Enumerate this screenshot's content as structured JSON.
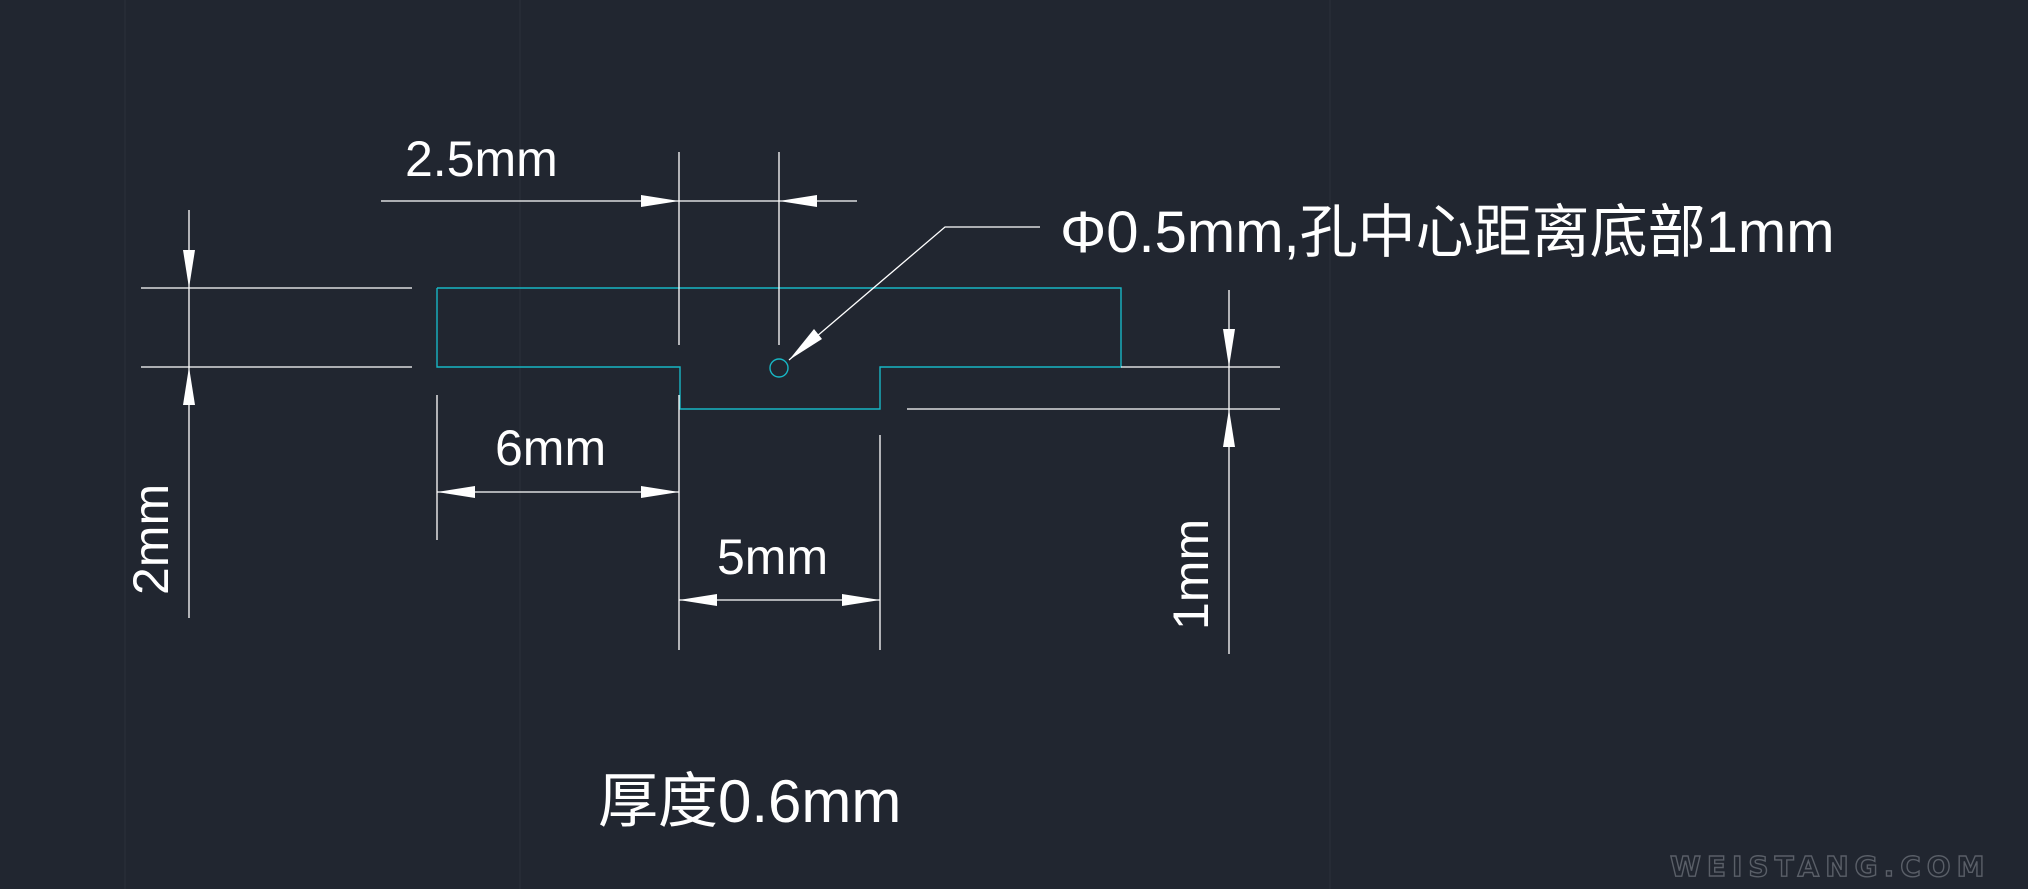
{
  "drawing": {
    "colors": {
      "background": "#212630",
      "part_outline": "#17b6c4",
      "dimension_lines": "#ffffff",
      "watermark": "#5a5f68"
    },
    "dimensions": {
      "top_offset": "2.5mm",
      "hole_note": "Φ0.5mm,孔中心距离底部1mm",
      "left_width": "6mm",
      "notch_width": "5mm",
      "left_height": "2mm",
      "right_height": "1mm"
    },
    "thickness_note": "厚度0.6mm",
    "watermark": "WEISTANG.COM"
  }
}
